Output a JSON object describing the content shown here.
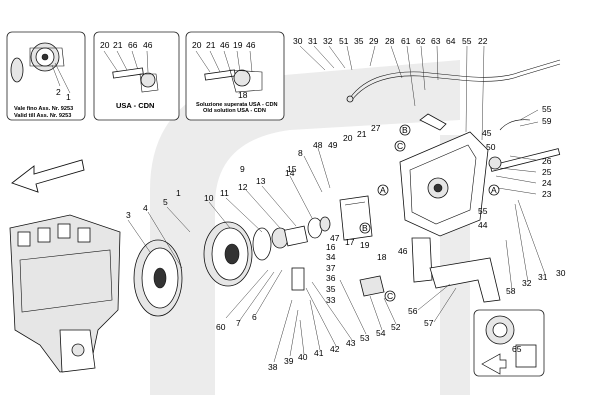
{
  "colors": {
    "watermark": "#e9e9e9",
    "line": "#111111",
    "background": "#ffffff"
  },
  "insets": {
    "left": {
      "callouts": [
        "2",
        "1"
      ],
      "caption_line1": "Vale fino Ass. Nr. 9253",
      "caption_line2": "Valid till Ass. Nr. 9253"
    },
    "middle": {
      "callouts": [
        "20",
        "21",
        "66",
        "46"
      ],
      "title": "USA - CDN"
    },
    "right": {
      "callouts": [
        "20",
        "21",
        "46",
        "19",
        "46",
        "18"
      ],
      "caption_line1": "Soluzione superata USA - CDN",
      "caption_line2": "Old solution USA - CDN"
    }
  },
  "callouts": [
    {
      "id": "c30a",
      "label": "30"
    },
    {
      "id": "c31a",
      "label": "31"
    },
    {
      "id": "c32",
      "label": "32"
    },
    {
      "id": "c51",
      "label": "51"
    },
    {
      "id": "c35a",
      "label": "35"
    },
    {
      "id": "c29",
      "label": "29"
    },
    {
      "id": "c28",
      "label": "28"
    },
    {
      "id": "c61",
      "label": "61"
    },
    {
      "id": "c62",
      "label": "62"
    },
    {
      "id": "c63",
      "label": "63"
    },
    {
      "id": "c64",
      "label": "64"
    },
    {
      "id": "c55a",
      "label": "55"
    },
    {
      "id": "c22",
      "label": "22"
    },
    {
      "id": "c55b",
      "label": "55"
    },
    {
      "id": "c59",
      "label": "59"
    },
    {
      "id": "c45",
      "label": "45"
    },
    {
      "id": "c50",
      "label": "50"
    },
    {
      "id": "c26",
      "label": "26"
    },
    {
      "id": "c25",
      "label": "25"
    },
    {
      "id": "c24",
      "label": "24"
    },
    {
      "id": "c23",
      "label": "23"
    },
    {
      "id": "c27",
      "label": "27"
    },
    {
      "id": "c21",
      "label": "21"
    },
    {
      "id": "c20",
      "label": "20"
    },
    {
      "id": "c49",
      "label": "49"
    },
    {
      "id": "c48",
      "label": "48"
    },
    {
      "id": "c8",
      "label": "8"
    },
    {
      "id": "c9",
      "label": "9"
    },
    {
      "id": "c14",
      "label": "14"
    },
    {
      "id": "c13",
      "label": "13"
    },
    {
      "id": "c12",
      "label": "12"
    },
    {
      "id": "c15",
      "label": "15"
    },
    {
      "id": "c11",
      "label": "11"
    },
    {
      "id": "c1",
      "label": "1"
    },
    {
      "id": "c10",
      "label": "10"
    },
    {
      "id": "c5",
      "label": "5"
    },
    {
      "id": "c4",
      "label": "4"
    },
    {
      "id": "c3",
      "label": "3"
    },
    {
      "id": "c19",
      "label": "19"
    },
    {
      "id": "c17",
      "label": "17"
    },
    {
      "id": "c16",
      "label": "16"
    },
    {
      "id": "c47",
      "label": "47"
    },
    {
      "id": "c18",
      "label": "18"
    },
    {
      "id": "c46",
      "label": "46"
    },
    {
      "id": "c34",
      "label": "34"
    },
    {
      "id": "c37",
      "label": "37"
    },
    {
      "id": "c36",
      "label": "36"
    },
    {
      "id": "c35b",
      "label": "35"
    },
    {
      "id": "c33",
      "label": "33"
    },
    {
      "id": "c60",
      "label": "60"
    },
    {
      "id": "c7",
      "label": "7"
    },
    {
      "id": "c6",
      "label": "6"
    },
    {
      "id": "c38",
      "label": "38"
    },
    {
      "id": "c39",
      "label": "39"
    },
    {
      "id": "c40",
      "label": "40"
    },
    {
      "id": "c41",
      "label": "41"
    },
    {
      "id": "c42",
      "label": "42"
    },
    {
      "id": "c43",
      "label": "43"
    },
    {
      "id": "c53",
      "label": "53"
    },
    {
      "id": "c54",
      "label": "54"
    },
    {
      "id": "c52",
      "label": "52"
    },
    {
      "id": "c56",
      "label": "56"
    },
    {
      "id": "c57",
      "label": "57"
    },
    {
      "id": "c58",
      "label": "58"
    },
    {
      "id": "c44",
      "label": "44"
    },
    {
      "id": "c55c",
      "label": "55"
    },
    {
      "id": "c32b",
      "label": "32"
    },
    {
      "id": "c31b",
      "label": "31"
    },
    {
      "id": "c30b",
      "label": "30"
    },
    {
      "id": "c65",
      "label": "65"
    }
  ],
  "markers": [
    {
      "id": "mA1",
      "label": "A"
    },
    {
      "id": "mB1",
      "label": "B"
    },
    {
      "id": "mC",
      "label": "C"
    },
    {
      "id": "mA2",
      "label": "A"
    },
    {
      "id": "mB2",
      "label": "B"
    },
    {
      "id": "mC2",
      "label": "C"
    }
  ]
}
